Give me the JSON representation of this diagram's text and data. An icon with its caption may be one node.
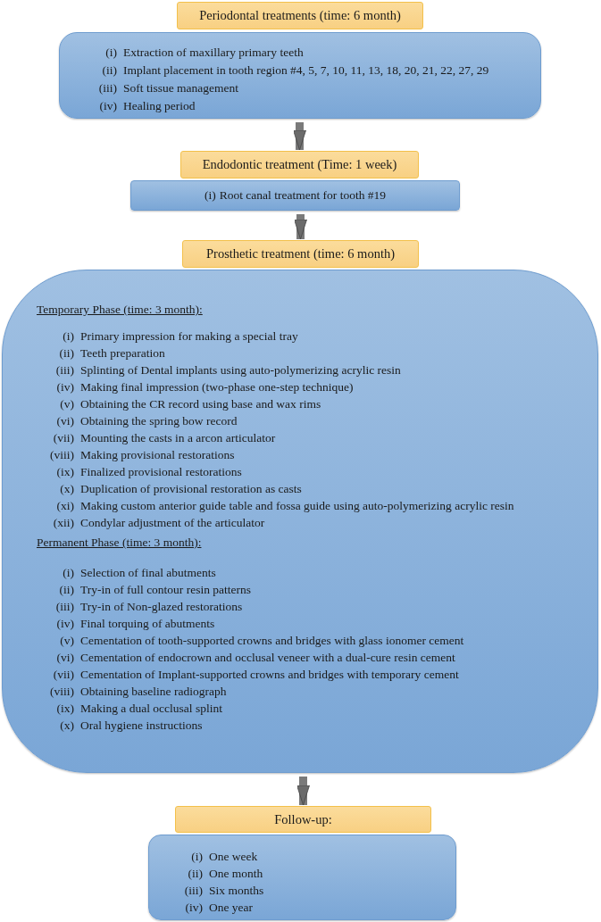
{
  "diagram": {
    "nodes": [
      {
        "text": [
          "Periodontal treatments (time: 6 month)"
        ]
      },
      {
        "text": [
          "(i) Extraction of maxillary primary teeth",
          "(ii) Implant placement in tooth region #4, 5, 7, 10, 11, 13, 18, 20, 21, 22, 27, 29",
          "(iii) Soft tissue management",
          "(iv) Healing period"
        ]
      },
      {
        "text": [
          "Endodontic treatment (Time: 1 week)"
        ]
      },
      {
        "text": [
          "(i) Root canal treatment for tooth #19"
        ]
      },
      {
        "text": [
          "Prosthetic treatment (time: 6 month)"
        ]
      },
      {
        "text": [
          "Temporary Phase (time: 3 month):",
          "(i) Primary impression for making a special tray",
          "(ii) Teeth preparation",
          "(iii) Splinting of Dental implants using auto-polymerizing acrylic resin",
          "(iv) Making final impression (two-phase one-step technique)",
          "(v) Obtaining the CR record using base and wax rims",
          "(vi) Obtaining the spring bow record",
          "(vii) Mounting the casts in a arcon articulator",
          "(viii) Making provisional restorations",
          "(ix) Finalized provisional restorations",
          "(x) Duplication of provisional restoration as casts",
          "(xi) Making custom anterior guide table and fossa guide using auto-polymerizing acrylic resin",
          "(xii) Condylar adjustment of the articulator",
          "Permanent Phase (time: 3 month):",
          "(i) Selection of final abutments",
          "(ii) Try-in of full contour resin patterns",
          "(iii) Try-in of Non-glazed restorations",
          "(iv) Final torquing of abutments",
          "(v) Cementation of tooth-supported crowns and bridges with glass ionomer cement",
          "(vi) Cementation of endocrown and occlusal veneer with a dual-cure resin cement",
          "(vii) Cementation of Implant-supported crowns and bridges with temporary cement",
          "(viii) Obtaining baseline radiograph",
          "(ix) Making a dual occlusal splint",
          "(x) Oral hygiene instructions"
        ]
      },
      {
        "text": [
          "Follow-up:"
        ]
      },
      {
        "text": [
          "(i) One week",
          "(ii) One month",
          "(iii) Six months",
          "(iv) One year"
        ]
      }
    ],
    "edges": [
      {
        "from": 1,
        "to": 2,
        "arrow": "to"
      },
      {
        "from": 3,
        "to": 4,
        "arrow": "to"
      },
      {
        "from": 5,
        "to": 6,
        "arrow": "to"
      }
    ]
  }
}
